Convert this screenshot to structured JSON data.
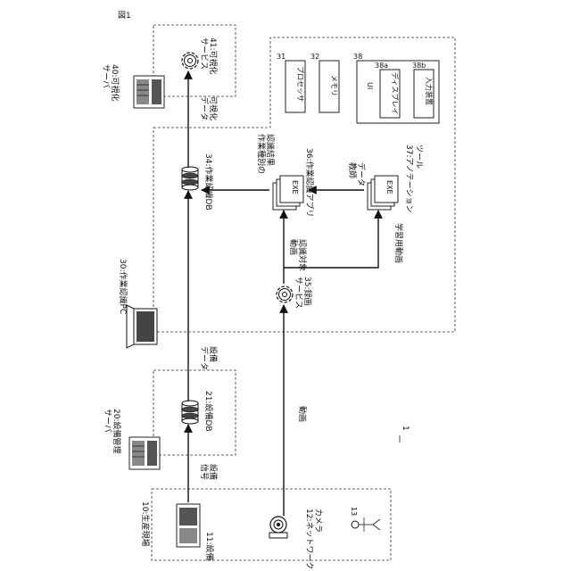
{
  "figure_label": "図1",
  "system_label": "1",
  "nodes": {
    "site": "10:生産現場",
    "equipment": "11:設備",
    "camera": "12:ネットワーク\nカメラ",
    "worker": "13",
    "mgmt_server": "20:設備管理\nサーバ",
    "equipment_db": "21:設備DB",
    "pc": "30:作業認識PC",
    "processor_num": "31",
    "processor": "プロセッサ",
    "memory_num": "32",
    "memory": "メモリ",
    "work_db": "34:作業認識DB",
    "recording": "35:録画\nサービス",
    "app": "36:作業認識アプリ",
    "annotation": "37:アノテーション\nツール",
    "ui_num": "38",
    "ui": "UI",
    "display_num": "38a",
    "display": "ディスプレイ",
    "input_num": "38b",
    "input": "入力装置",
    "vis_server": "40:可視化\nサーバ",
    "vis_service": "41:可視化\nサービス",
    "exe1": "EXE",
    "exe2": "EXE"
  },
  "edges": {
    "equipment_signal": "設備\n信号",
    "equipment_data": "設備\nデータ",
    "video": "動画",
    "target_video": "認識対象\n動画",
    "learning_video": "学習用動画",
    "teacher_data": "教師\nデータ",
    "recognition_result": "作業種別の\n認識結果",
    "vis_data": "可視化\nデータ"
  }
}
